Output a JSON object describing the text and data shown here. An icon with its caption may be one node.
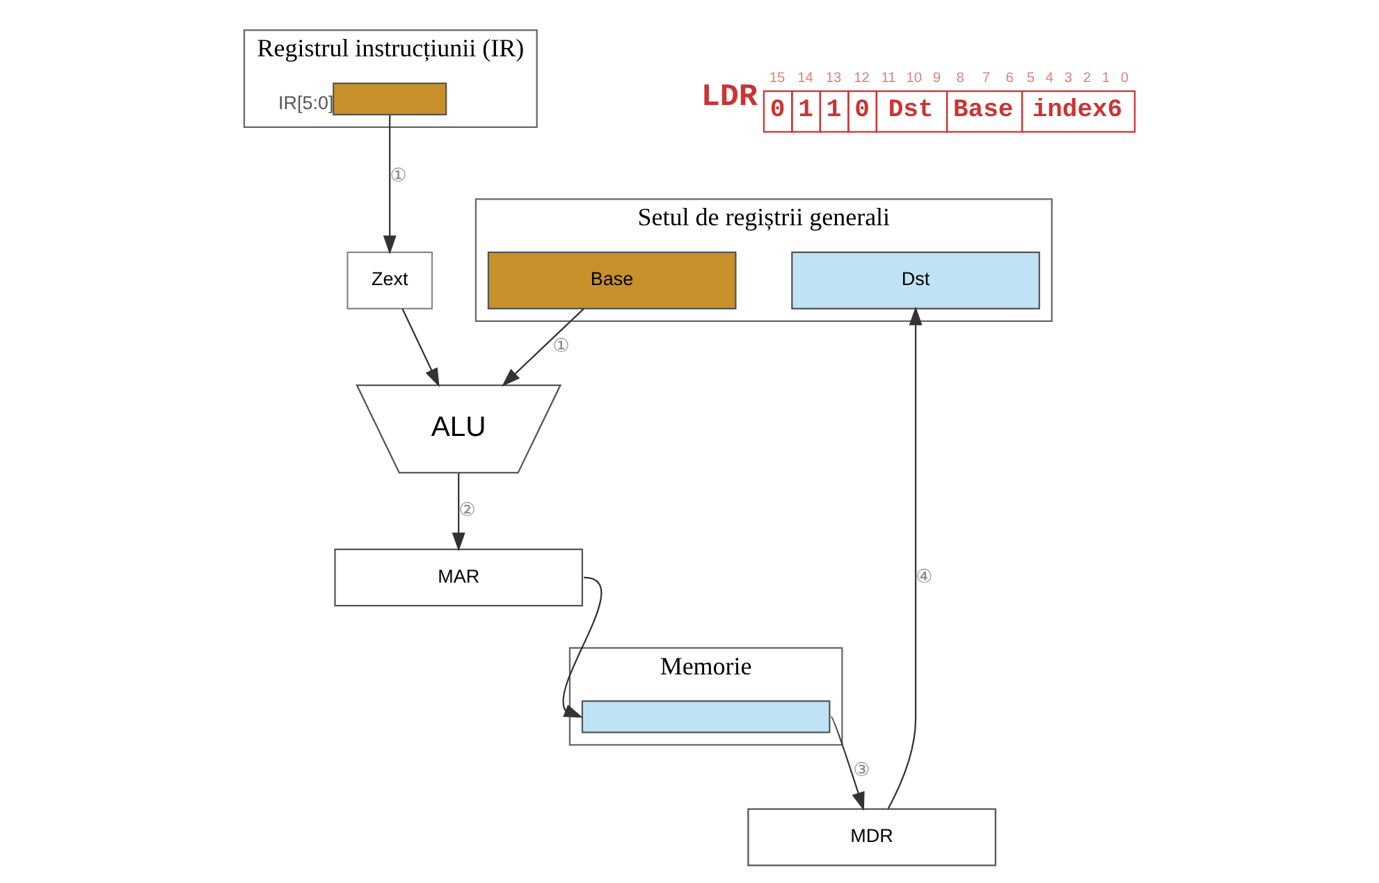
{
  "diagram": {
    "nodes": [
      {
        "text": [
          "Setul de regiștrii generali"
        ]
      },
      {
        "text": [
          "Dst"
        ],
        "in": 0
      },
      {
        "text": [
          "Base"
        ],
        "in": 0
      },
      {
        "text": [
          "Memorie"
        ]
      },
      {
        "text": [],
        "shape": "bar",
        "in": 3
      },
      {
        "text": [
          "Zext"
        ]
      },
      {
        "text": [
          "Registrul instrucțiunii (IR)"
        ]
      },
      {
        "text": [],
        "shape": "bar",
        "in": 6,
        "beside": [
          "IR[5:0]"
        ]
      },
      {
        "text": [
          "ALU"
        ]
      },
      {
        "text": [
          "MAR"
        ]
      },
      {
        "text": [
          "MDR"
        ]
      }
    ],
    "edges": [
      {
        "from": 7,
        "to": 5,
        "arrow": "to",
        "label": "①"
      },
      {
        "from": 5,
        "to": 8,
        "arrow": "to"
      },
      {
        "from": 2,
        "to": 8,
        "arrow": "to",
        "label": "①"
      },
      {
        "from": 8,
        "to": 9,
        "arrow": "to",
        "label": "②"
      },
      {
        "from": 9,
        "to": 4,
        "arrow": "to"
      },
      {
        "from": 4,
        "to": 10,
        "arrow": "to",
        "label": "③"
      },
      {
        "from": 10,
        "to": 1,
        "arrow": "to",
        "label": "④"
      }
    ],
    "labels": [
      "LDR",
      "15",
      "14",
      "13",
      "12",
      "11",
      "10",
      "9",
      "8",
      "7",
      "6",
      "5",
      "4",
      "3",
      "2",
      "1",
      "0",
      "0",
      "1",
      "1",
      "0",
      "Dst",
      "Base",
      "index6"
    ]
  }
}
